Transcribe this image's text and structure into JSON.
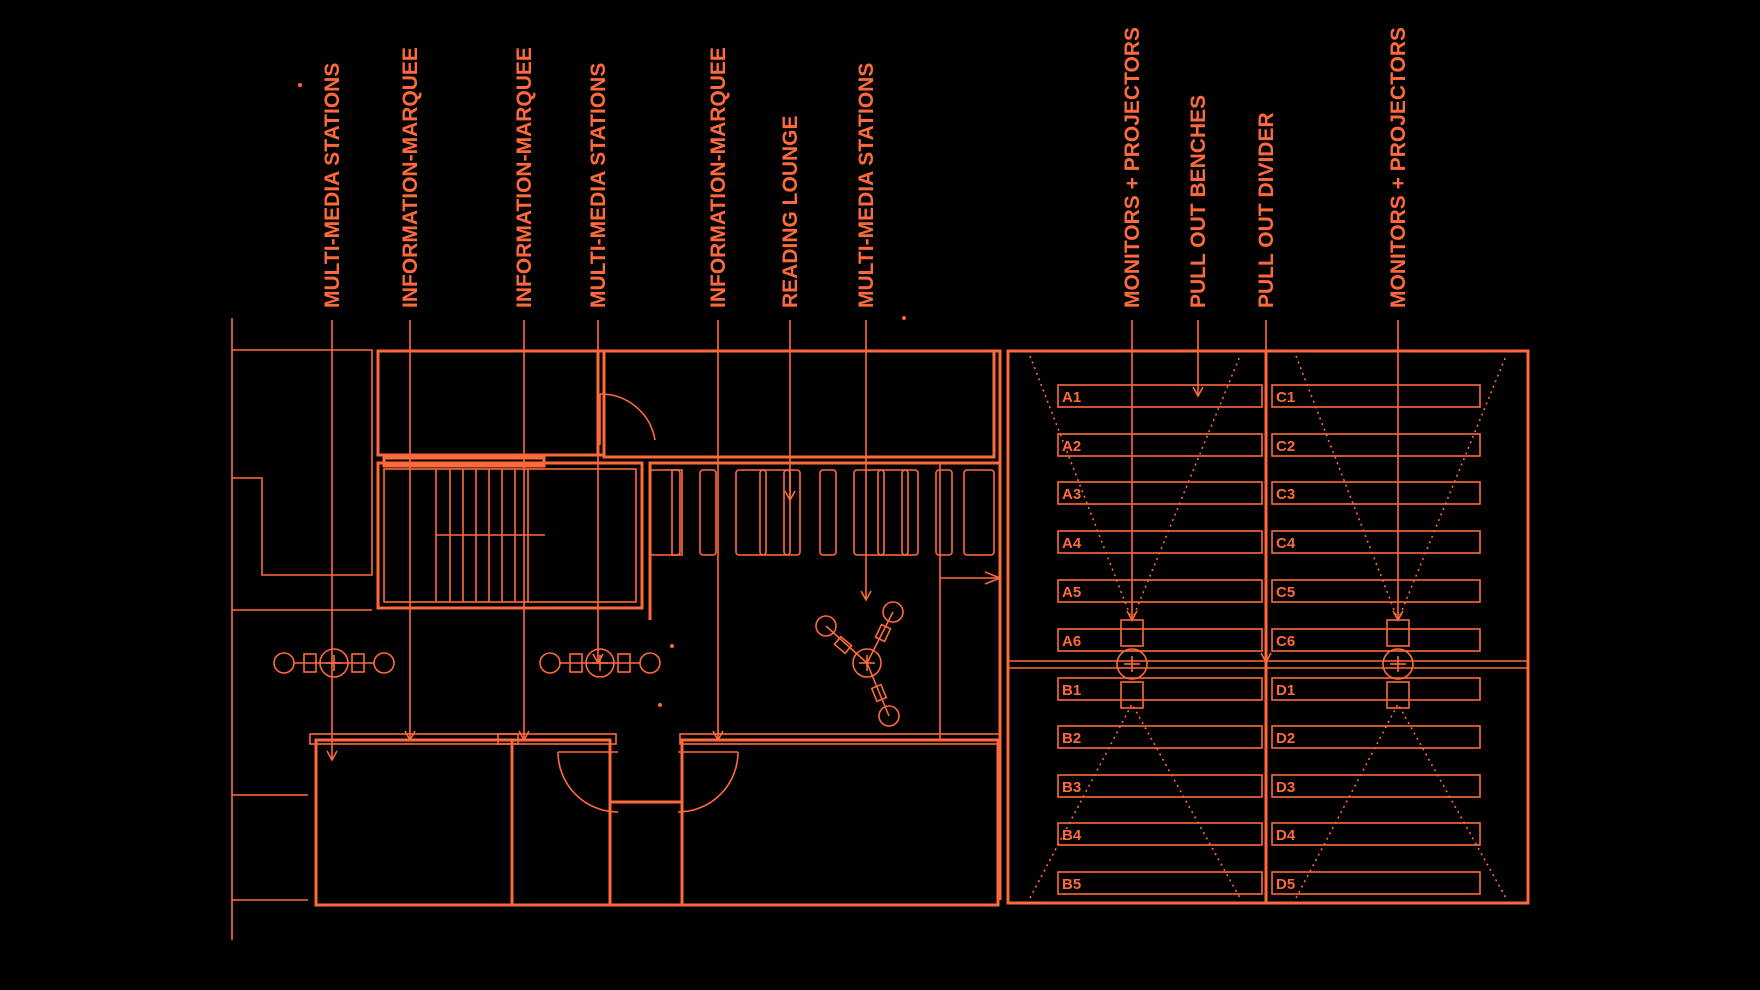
{
  "colors": {
    "background": "#000000",
    "line": "#ff6a3d"
  },
  "callouts": [
    {
      "text": "MULTI-MEDIA STATIONS"
    },
    {
      "text": "INFORMATION-MARQUEE"
    },
    {
      "text": "INFORMATION-MARQUEE"
    },
    {
      "text": "MULTI-MEDIA STATIONS"
    },
    {
      "text": "INFORMATION-MARQUEE"
    },
    {
      "text": "READING LOUNGE"
    },
    {
      "text": "MULTI-MEDIA STATIONS"
    },
    {
      "text": "MONITORS + PROJECTORS"
    },
    {
      "text": "PULL OUT BENCHES"
    },
    {
      "text": "PULL OUT DIVIDER"
    },
    {
      "text": "MONITORS + PROJECTORS"
    }
  ],
  "benches": {
    "left": [
      "A1",
      "A2",
      "A3",
      "A4",
      "A5",
      "A6",
      "B1",
      "B2",
      "B3",
      "B4",
      "B5"
    ],
    "right": [
      "C1",
      "C2",
      "C3",
      "C4",
      "C5",
      "C6",
      "D1",
      "D2",
      "D3",
      "D4",
      "D5"
    ]
  }
}
